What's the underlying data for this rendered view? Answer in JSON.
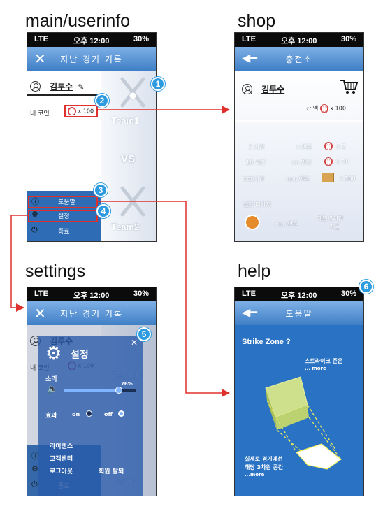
{
  "captions": {
    "main": "main/userinfo",
    "shop": "shop",
    "settings": "settings",
    "help": "help"
  },
  "status": {
    "carrier": "LTE",
    "time": "오후 12:00",
    "battery": "30%"
  },
  "main": {
    "title": "지난 경기 기록",
    "user_name": "김투수",
    "coin_label": "내 코인",
    "coin_count": "x 100",
    "team1": "Team1",
    "vs": "VS",
    "team2": "Team2",
    "menu": {
      "help": "도움말",
      "settings": "설정",
      "exit": "종료"
    }
  },
  "shop": {
    "title": "충전소",
    "user_name": "김투수",
    "balance_label": "잔 액",
    "balance_count": "x 100",
    "items": [
      {
        "duration": "2 시간",
        "price": "n 만원",
        "qty": "x 2"
      },
      {
        "duration": "10 시간",
        "price": "nn 만원",
        "qty": "x 10"
      },
      {
        "duration": "100시간",
        "price": "nnn 만원",
        "qty": "x 100"
      }
    ],
    "package_title": "월간 패키지",
    "package_price": "nnn 만원",
    "package_desc_1": "매일 3시간",
    "package_desc_2": "지급"
  },
  "settings": {
    "title": "설정",
    "sound_label": "소리",
    "sound_level": "76%",
    "sound_value": 0.76,
    "effect_label": "효과",
    "on_label": "on",
    "off_label": "off",
    "links": [
      "라이센스",
      "고객센터",
      "로그아웃"
    ],
    "withdraw": "회원 탈퇴"
  },
  "help": {
    "title": "도움말",
    "heading": "Strike Zone ?",
    "desc1": "스트라이크 존은",
    "more1": "... more",
    "desc2_line1": "실제로 경기에선",
    "desc2_line2": "해당 3차원 공간",
    "more2": "...more"
  },
  "badges": [
    "1",
    "2",
    "3",
    "4",
    "5",
    "6"
  ],
  "colors": {
    "annotation_red": "#e0302c",
    "badge_blue": "#2e9be0",
    "title_bar": "#5a95d6",
    "menu_blue": "#2e6db5"
  }
}
